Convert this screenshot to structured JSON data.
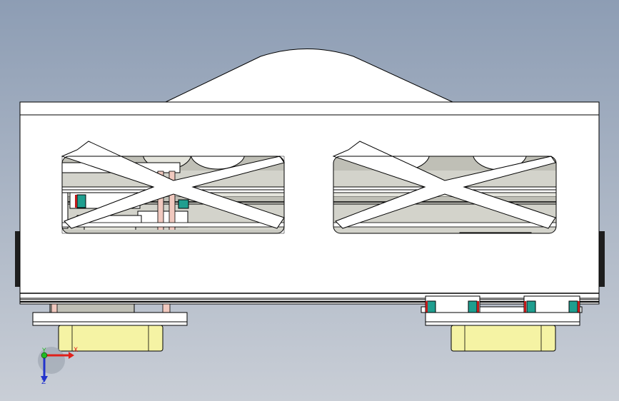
{
  "viewport": {
    "view_type": "front",
    "background_top": "#8d9db4",
    "background_bottom": "#c9ced6"
  },
  "colors": {
    "part_fill": "#ffffff",
    "part_stroke": "#000000",
    "interior_shadow": "#bfbfb6",
    "interior_mid": "#d3d3cb",
    "motor_fill": "#f5f3a4",
    "rail_block_fill": "#1f9e8f",
    "rail_block_accent": "#c01b1b",
    "pin_fill": "#f1c9bf",
    "side_clamp": "#1e1e1e"
  },
  "triad": {
    "x_label": "X",
    "y_label": "Y",
    "z_label": "Z",
    "x_color": "#e0201a",
    "y_color": "#22bb22",
    "z_color": "#2233cc"
  }
}
